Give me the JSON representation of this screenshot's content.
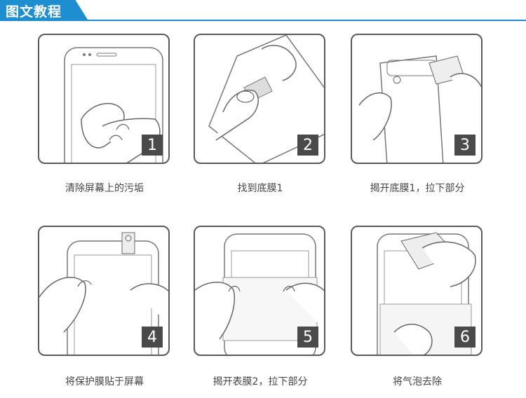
{
  "header": {
    "title": "图文教程",
    "accent": "#1d8fd1"
  },
  "steps": [
    {
      "number": "1",
      "caption": "清除屏幕上的污垢",
      "icon": "hand-cleaning-screen-illustration"
    },
    {
      "number": "2",
      "caption": "找到底膜1",
      "icon": "film-with-tab-illustration"
    },
    {
      "number": "3",
      "caption": "揭开底膜1，拉下部分",
      "icon": "peeling-film-1-illustration"
    },
    {
      "number": "4",
      "caption": "将保护膜贴于屏幕",
      "icon": "applying-film-illustration"
    },
    {
      "number": "5",
      "caption": "揭开表膜2，拉下部分",
      "icon": "peeling-film-2-illustration"
    },
    {
      "number": "6",
      "caption": "将气泡去除",
      "icon": "removing-bubbles-illustration"
    }
  ]
}
